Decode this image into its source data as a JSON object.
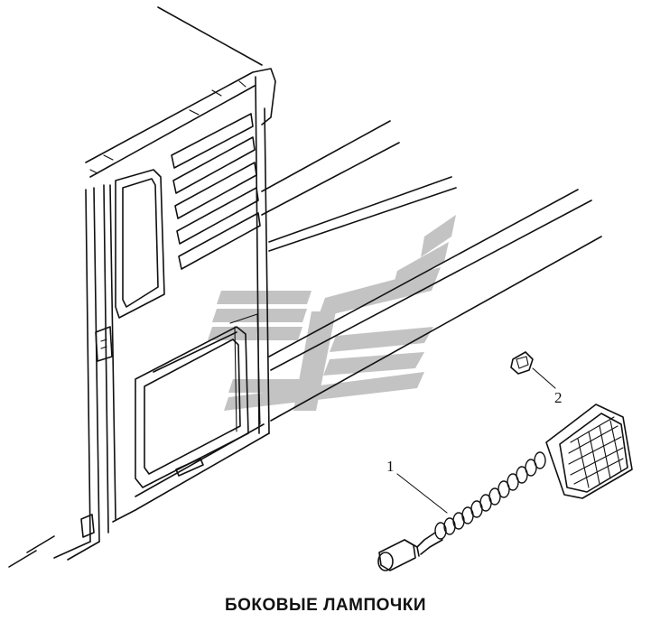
{
  "figure": {
    "caption": "БОКОВЫЕ ЛАМПОЧКИ",
    "callouts": [
      {
        "number": "1",
        "part": "side-marker-lamp"
      },
      {
        "number": "2",
        "part": "clip"
      }
    ],
    "watermark_color": "#b9b9b9",
    "line_color": "#111111"
  }
}
